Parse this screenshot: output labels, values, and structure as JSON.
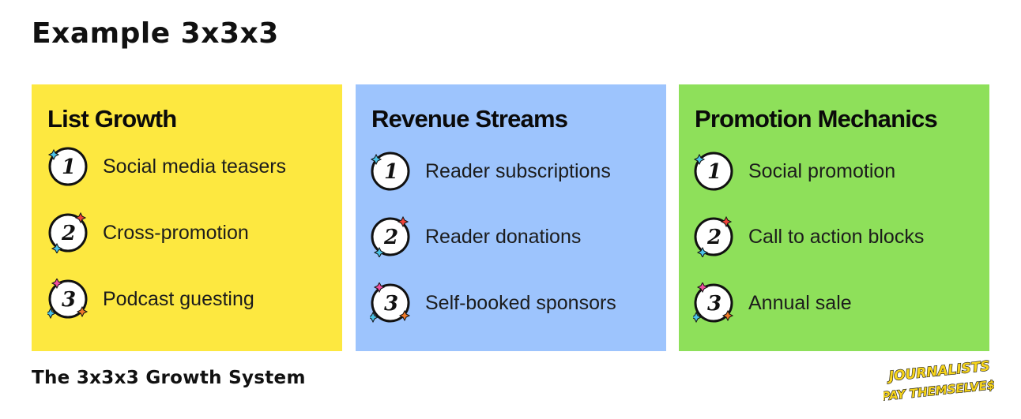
{
  "page": {
    "title": "Example 3x3x3",
    "footer": "The 3x3x3 Growth System"
  },
  "logo": {
    "line1": "JOURNALISTS",
    "line2": "PAY THEMSELVE$"
  },
  "colors": {
    "card1": "#fde840",
    "card2": "#9dc4fd",
    "card3": "#8ee05a"
  },
  "cards": [
    {
      "title": "List Growth",
      "items": [
        {
          "num": "1",
          "label": "Social media teasers"
        },
        {
          "num": "2",
          "label": "Cross-promotion"
        },
        {
          "num": "3",
          "label": "Podcast guesting"
        }
      ]
    },
    {
      "title": "Revenue Streams",
      "items": [
        {
          "num": "1",
          "label": "Reader subscriptions"
        },
        {
          "num": "2",
          "label": "Reader donations"
        },
        {
          "num": "3",
          "label": "Self-booked sponsors"
        }
      ]
    },
    {
      "title": "Promotion Mechanics",
      "items": [
        {
          "num": "1",
          "label": "Social promotion"
        },
        {
          "num": "2",
          "label": "Call to action blocks"
        },
        {
          "num": "3",
          "label": "Annual sale"
        }
      ]
    }
  ]
}
